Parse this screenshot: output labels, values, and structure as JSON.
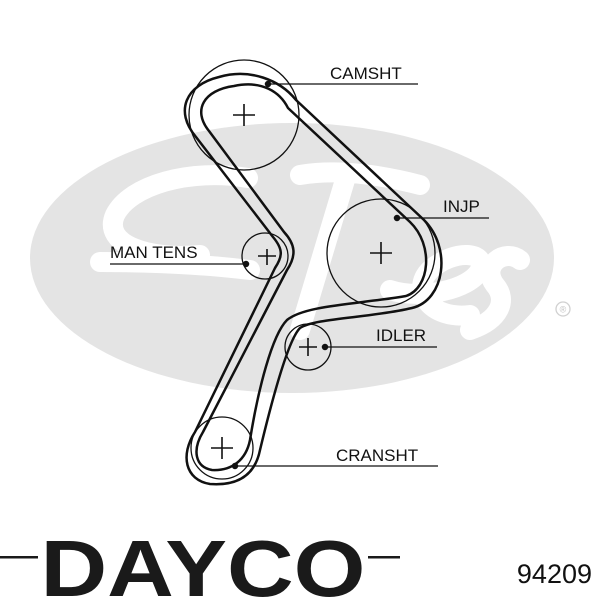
{
  "watermark": {
    "reg_mark": "®",
    "color": "#e4e4e4"
  },
  "pulleys": {
    "camshaft": {
      "label": "CAMSHT"
    },
    "injection_pump": {
      "label": "INJP"
    },
    "manual_tensioner": {
      "label": "MAN TENS"
    },
    "idler": {
      "label": "IDLER"
    },
    "crankshaft": {
      "label": "CRANSHT"
    }
  },
  "brand": {
    "logo_text": "DAYCO"
  },
  "part_number": "94209",
  "colors": {
    "belt": "#111111",
    "pulley": "#111111",
    "text": "#111111",
    "watermark": "#e4e4e4"
  }
}
